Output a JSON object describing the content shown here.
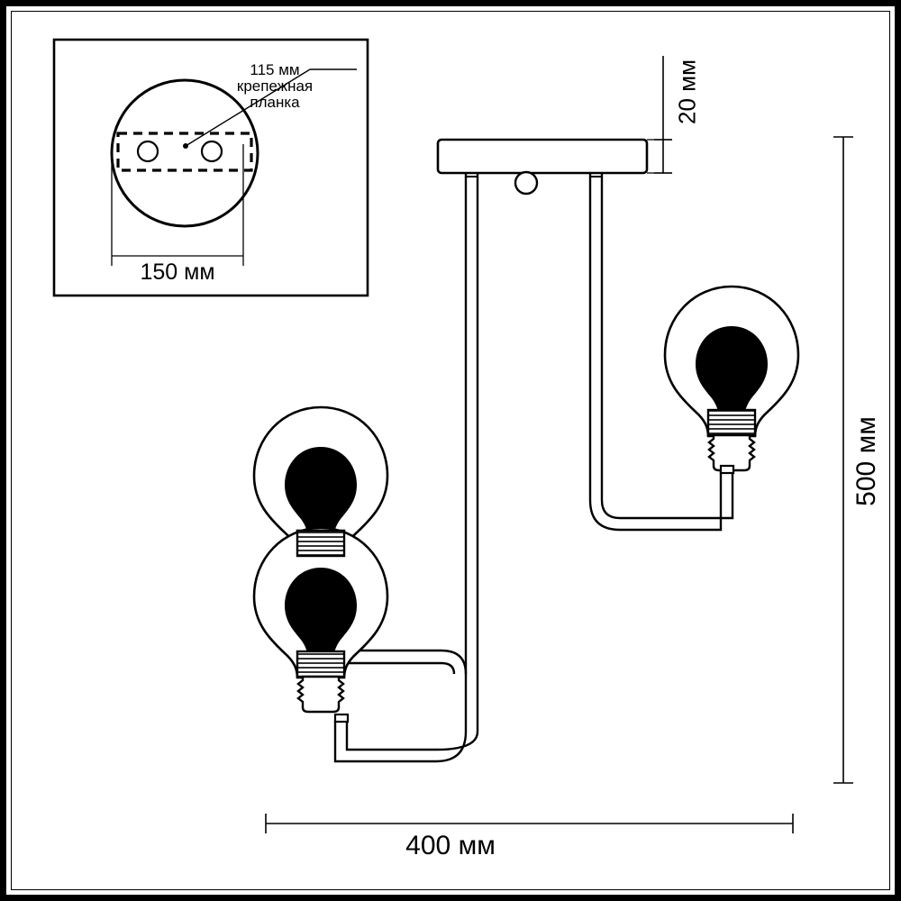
{
  "drawing": {
    "title": "Ceiling lamp technical dimension drawing",
    "units": "мм",
    "line_color": "#000000",
    "fill_color": "#ffffff",
    "bulb_inner_color": "#000000",
    "background": "#ffffff"
  },
  "dimensions": {
    "width_label": "400 мм",
    "height_label": "500 мм",
    "plate_thickness_label": "20 мм",
    "inset_diameter_label": "150 мм",
    "inset_bracket_label": "115 мм"
  },
  "inset": {
    "callout_label": "крепежная\nпланка",
    "callout_line1": "крепежная",
    "callout_line2": "планка",
    "bracket_label": "115 мм",
    "diameter_label": "150 мм"
  },
  "parts": {
    "ceiling_plate": "ceiling-mount-plate",
    "central_tube": "central-vertical-tube",
    "right_arm": "right-lamp-arm",
    "left_arm": "left-lamp-arm",
    "bulb_count": 3
  }
}
